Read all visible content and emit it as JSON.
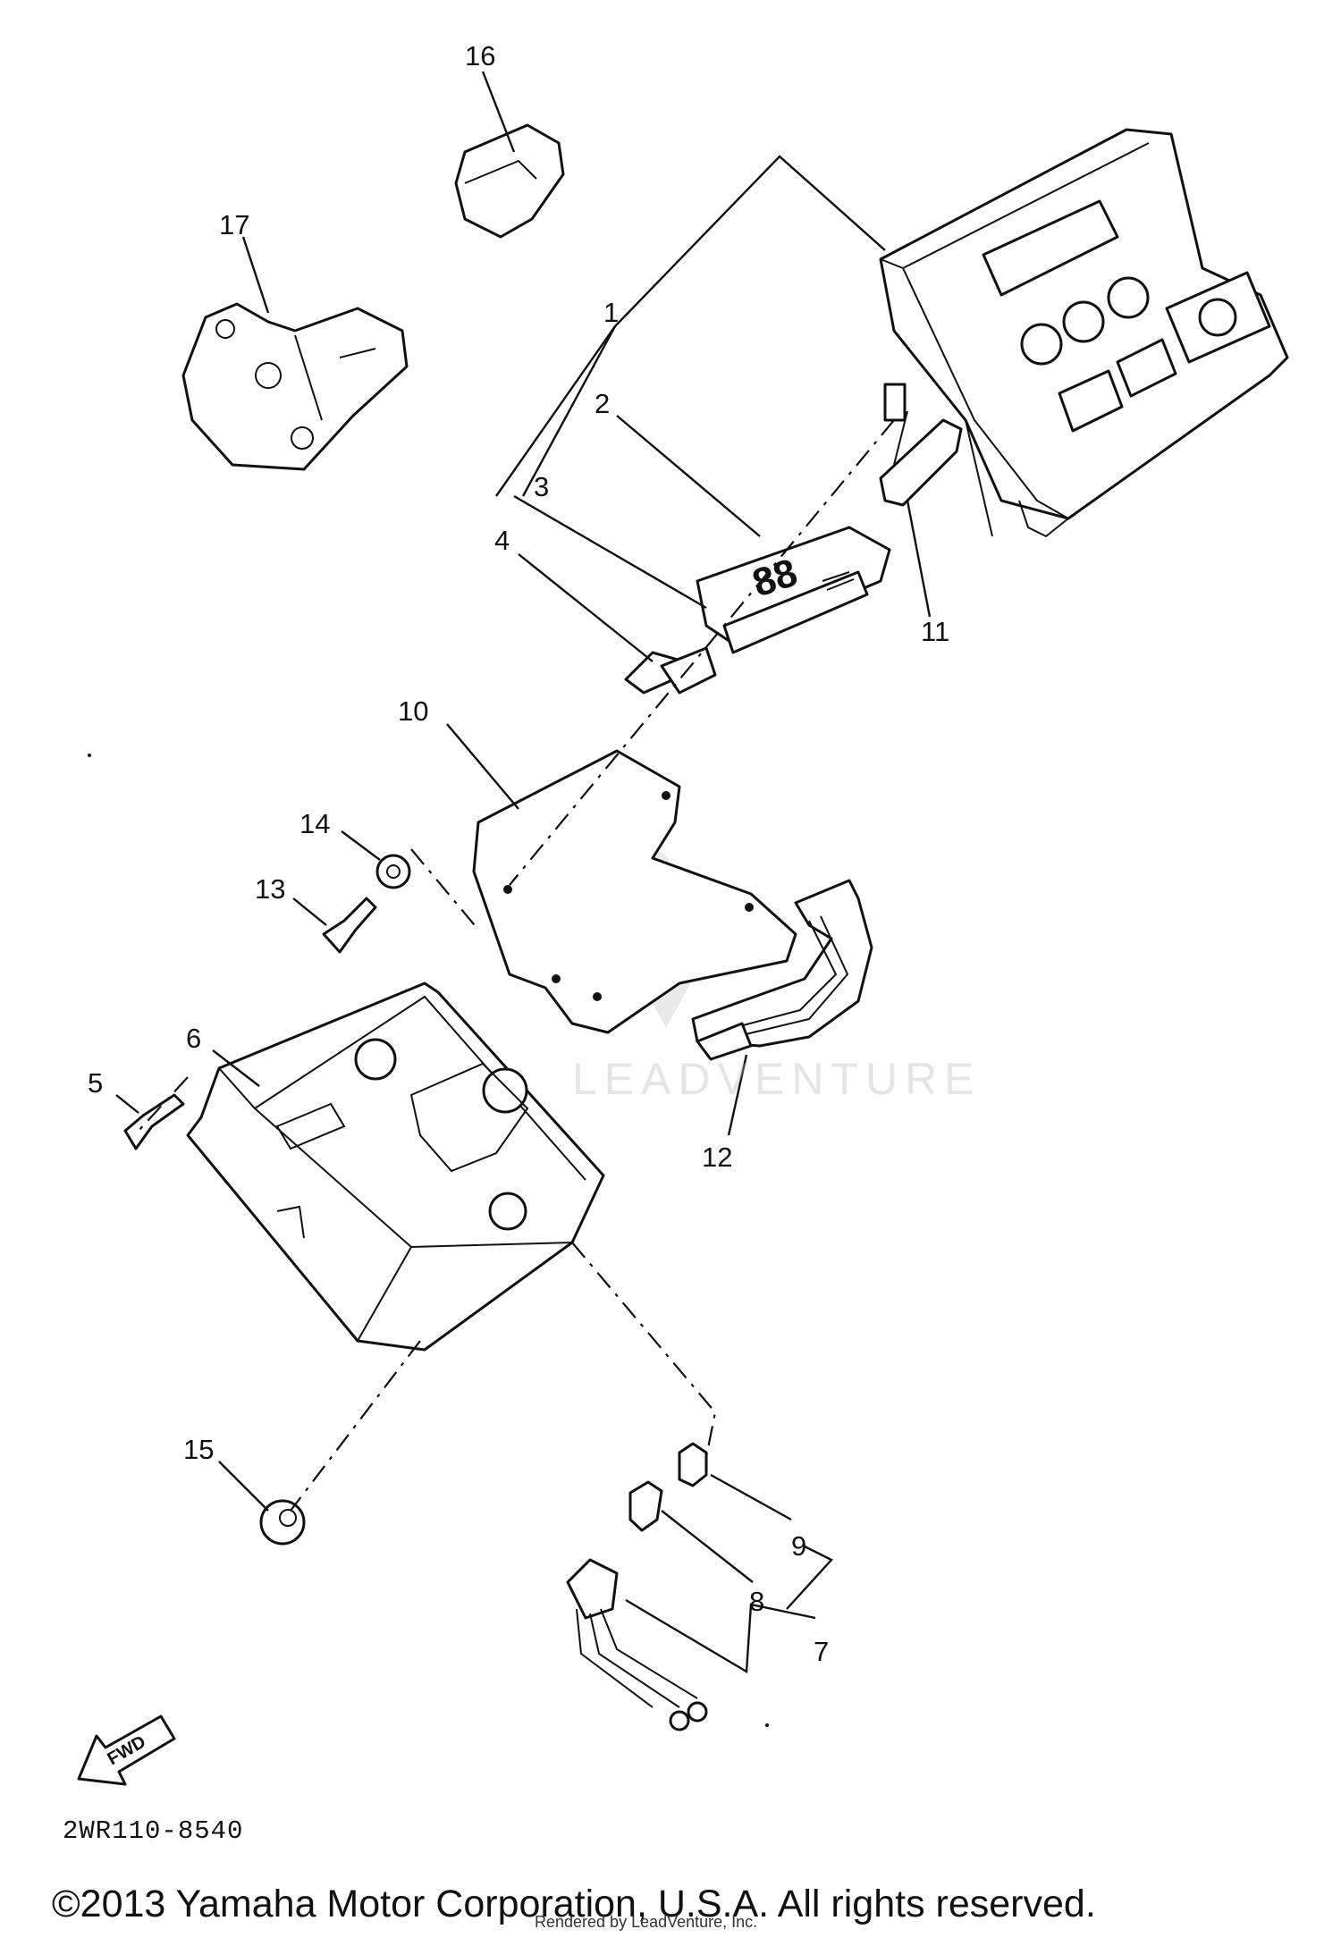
{
  "diagram": {
    "code": "2WR110-8540",
    "callouts": [
      "1",
      "2",
      "3",
      "4",
      "5",
      "6",
      "7",
      "8",
      "9",
      "10",
      "11",
      "12",
      "13",
      "14",
      "15",
      "16",
      "17"
    ],
    "direction_label": "FWD",
    "display_readout": "88"
  },
  "footer": {
    "copyright": "©2013 Yamaha Motor Corporation, U.S.A. All rights reserved.",
    "render_credit": "Rendered by LeadVenture, Inc."
  },
  "watermark": {
    "text": "LEADVENTURE"
  },
  "colors": {
    "ink": "#111111",
    "background": "#ffffff",
    "watermark": "#b4b4b4"
  }
}
